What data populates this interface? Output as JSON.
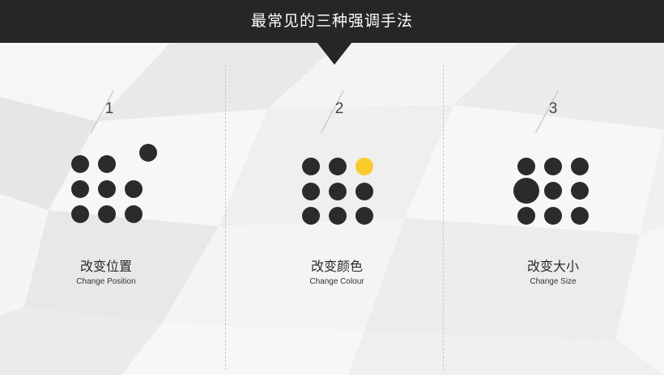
{
  "header": {
    "title": "最常见的三种强调手法"
  },
  "accent_color": "#f9cb2d",
  "dot_color": "#2b2b2b",
  "columns": [
    {
      "number": "1",
      "title_cn": "改变位置",
      "title_en": "Change Position"
    },
    {
      "number": "2",
      "title_cn": "改变颜色",
      "title_en": "Change Colour"
    },
    {
      "number": "3",
      "title_cn": "改变大小",
      "title_en": "Change Size"
    }
  ]
}
